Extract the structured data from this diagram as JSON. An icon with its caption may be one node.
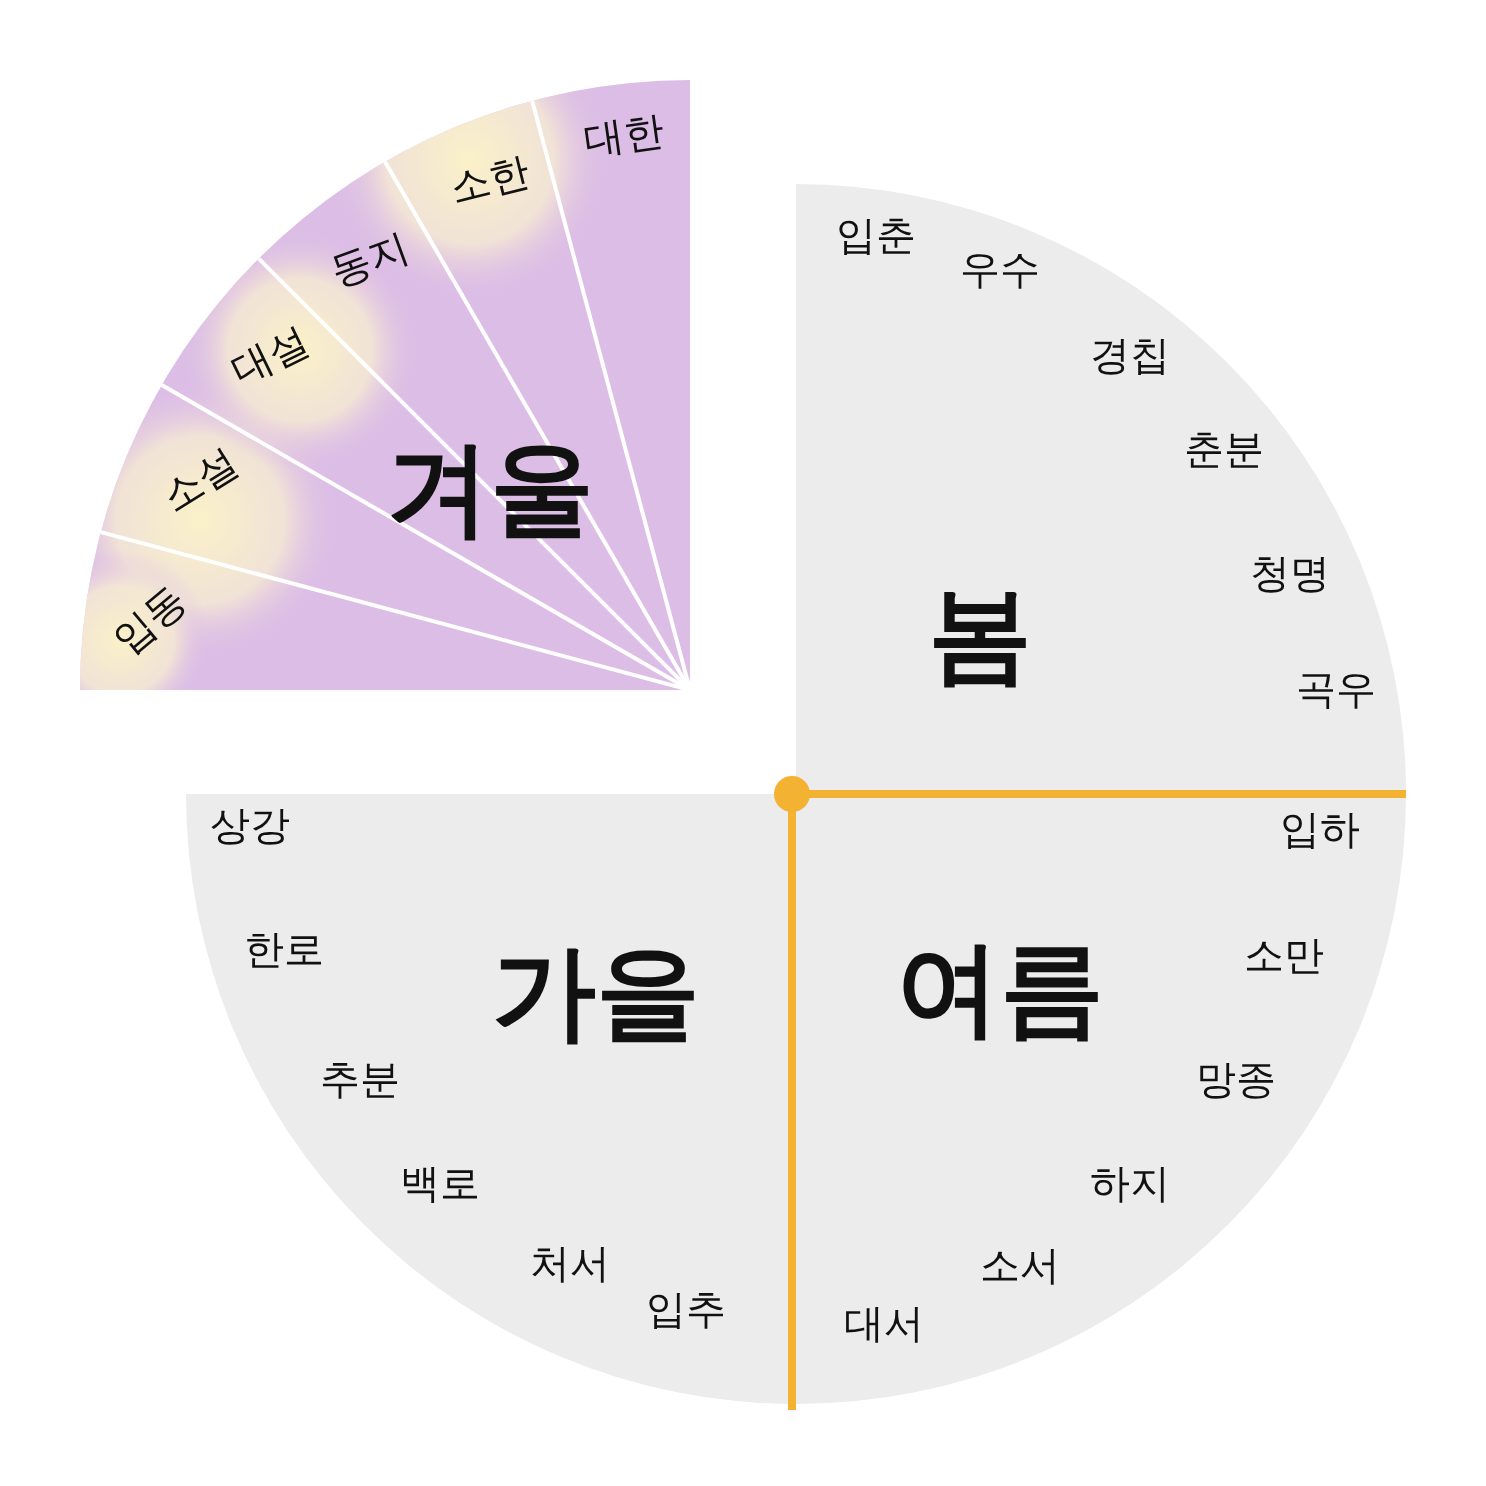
{
  "diagram": {
    "nodes": [
      {
        "text": [
          "겨울",
          "입동",
          "소설",
          "대설",
          "동지",
          "소한",
          "대한"
        ]
      },
      {
        "text": [
          "봄",
          "입춘",
          "우수",
          "경칩",
          "춘분",
          "청명",
          "곡우"
        ]
      },
      {
        "text": [
          "가을",
          "상강",
          "한로",
          "추분",
          "백로",
          "처서",
          "입추"
        ]
      },
      {
        "text": [
          "여름",
          "입하",
          "소만",
          "망종",
          "하지",
          "소서",
          "대서"
        ]
      }
    ]
  }
}
